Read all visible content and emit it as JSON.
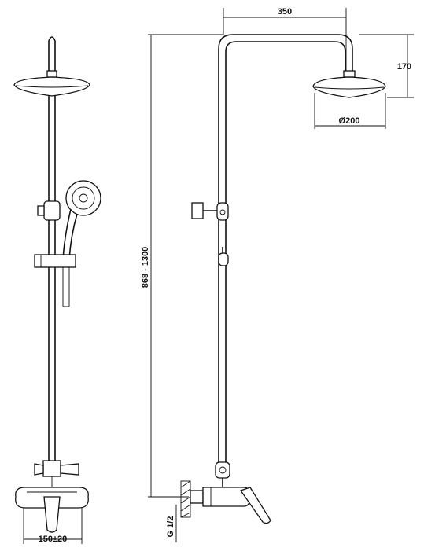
{
  "dimensions": {
    "arm_length": "350",
    "head_drop": "170",
    "head_diameter": "Ø200",
    "height_range": "868 - 1300",
    "inlet_spacing": "150±20",
    "thread": "G 1/2"
  },
  "colors": {
    "line": "#111111",
    "background": "#ffffff"
  }
}
